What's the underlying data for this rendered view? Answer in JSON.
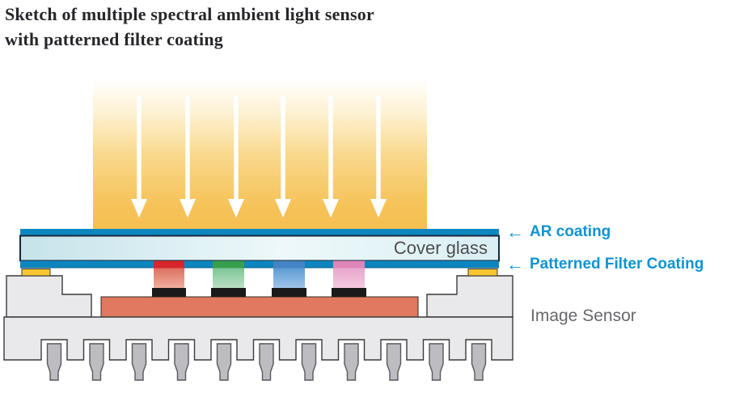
{
  "title": {
    "line1": "Sketch of multiple spectral ambient light sensor",
    "line2": "with patterned filter coating"
  },
  "diagram": {
    "labels": {
      "cover_glass": "Cover glass",
      "ar_coating": "AR coating",
      "patterned_filter_coating": "Patterned Filter Coating",
      "image_sensor": "Image Sensor",
      "arrow_glyph": "←"
    },
    "light_beam": {
      "arrow_count": 6,
      "top_color": "#ffffff",
      "bottom_color": "#f5bf50"
    },
    "package": {
      "pin_count": 11,
      "body_color": "#e9e9eb",
      "pin_color": "#bdbdc1"
    },
    "layers": {
      "coating_blue": "#0d86c0",
      "glass_left": "#c6e3ea",
      "glass_mid": "#eef8fa",
      "glass_right": "#d9eff3",
      "die_color": "#e0795f",
      "bond_pad_yellow": "#f6c530",
      "photodiode_black": "#1a1a1a",
      "label_blue": "#1093d2"
    },
    "filters": [
      {
        "name": "red",
        "segment": "#d5262c",
        "column_top": "#dd6f60",
        "column_bottom": "#f0b09e"
      },
      {
        "name": "green",
        "segment": "#379e4e",
        "column_top": "#7ec697",
        "column_bottom": "#bbe0c5"
      },
      {
        "name": "blue",
        "segment": "#4484c4",
        "column_top": "#5e9cd4",
        "column_bottom": "#9fc4e8"
      },
      {
        "name": "pink",
        "segment": "#df86b8",
        "column_top": "#eaa6cd",
        "column_bottom": "#f4c9de"
      }
    ]
  }
}
